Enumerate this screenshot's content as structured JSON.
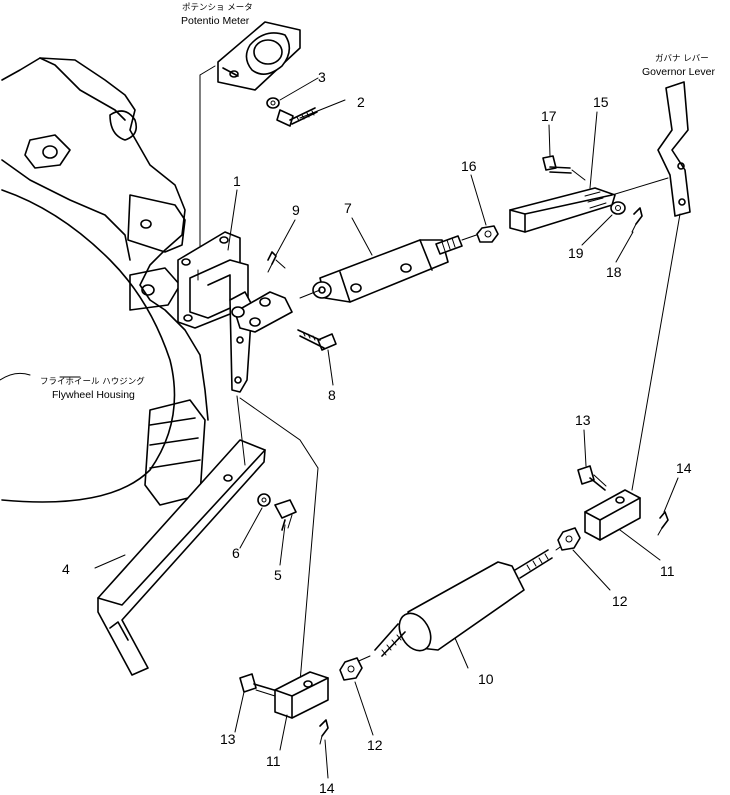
{
  "captions": {
    "potentio_jp": "ポテンショ メータ",
    "potentio_en": "Potentio Meter",
    "governor_jp": "ガバナ レバー",
    "governor_en": "Governor Lever",
    "flywheel_jp": "フライホイール ハウジング",
    "flywheel_en": "Flywheel Housing"
  },
  "callouts": {
    "c1": "1",
    "c2": "2",
    "c3": "3",
    "c4": "4",
    "c5": "5",
    "c6": "6",
    "c7": "7",
    "c8": "8",
    "c9": "9",
    "c10": "10",
    "c11a": "11",
    "c11b": "11",
    "c12a": "12",
    "c12b": "12",
    "c13a": "13",
    "c13b": "13",
    "c14a": "14",
    "c14b": "14",
    "c15": "15",
    "c16": "16",
    "c17": "17",
    "c18": "18",
    "c19": "19"
  }
}
